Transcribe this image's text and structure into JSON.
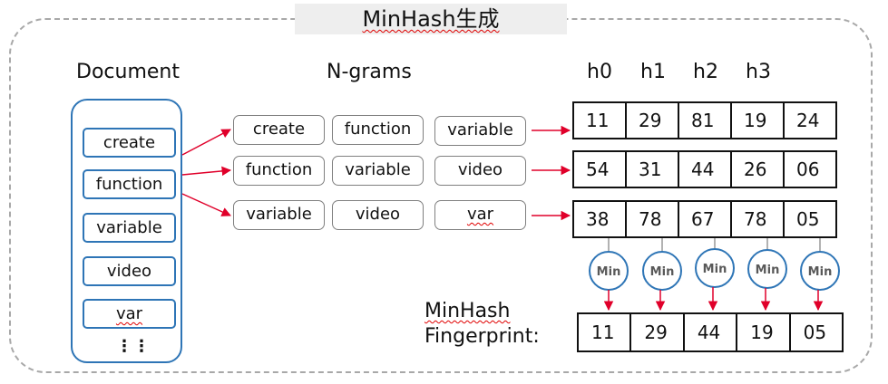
{
  "title": "MinHash生成",
  "headings": {
    "document": "Document",
    "ngrams": "N-grams",
    "hash_columns": [
      "h0",
      "h1",
      "h2",
      "h3"
    ]
  },
  "document_items": [
    "create",
    "function",
    "variable",
    "video",
    "var"
  ],
  "ellipsis": "⋮⋮",
  "ngram_rows": [
    [
      "create",
      "function",
      "variable"
    ],
    [
      "function",
      "variable",
      "video"
    ],
    [
      "variable",
      "video",
      "var"
    ]
  ],
  "hash_rows": [
    [
      "11",
      "29",
      "81",
      "19",
      "24"
    ],
    [
      "54",
      "31",
      "44",
      "26",
      "06"
    ],
    [
      "38",
      "78",
      "67",
      "78",
      "05"
    ]
  ],
  "min_label": "Min",
  "fingerprint": {
    "label_line1": "MinHash",
    "label_line2": "Fingerprint:",
    "values": [
      "11",
      "29",
      "44",
      "19",
      "05"
    ]
  },
  "colors": {
    "doc_border": "#2e75b6",
    "arrow": "#e0002a",
    "min_border": "#2e75b6",
    "dash_border": "#a8a8a8"
  }
}
